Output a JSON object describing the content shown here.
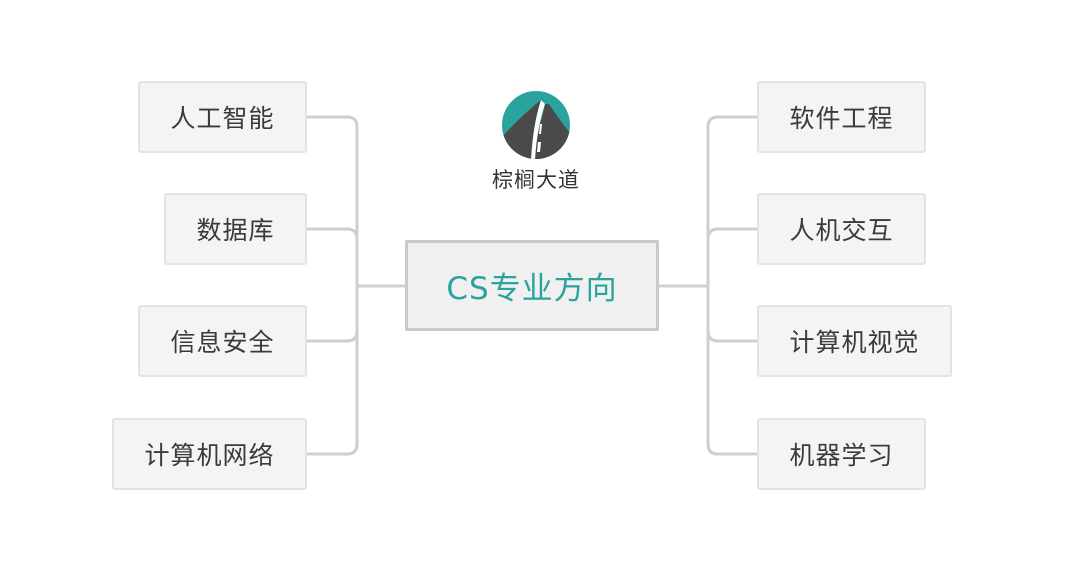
{
  "colors": {
    "accent": "#2aa39f",
    "connector": "#cfcfcf",
    "node_text": "#3a3a3a",
    "logo_dark": "#4a4a4a"
  },
  "logo": {
    "text": "棕榈大道",
    "icon": "road-icon"
  },
  "center": {
    "label": "CS专业方向"
  },
  "left_branches": [
    {
      "label": "人工智能"
    },
    {
      "label": "数据库"
    },
    {
      "label": "信息安全"
    },
    {
      "label": "计算机网络"
    }
  ],
  "right_branches": [
    {
      "label": "软件工程"
    },
    {
      "label": "人机交互"
    },
    {
      "label": "计算机视觉"
    },
    {
      "label": "机器学习"
    }
  ]
}
